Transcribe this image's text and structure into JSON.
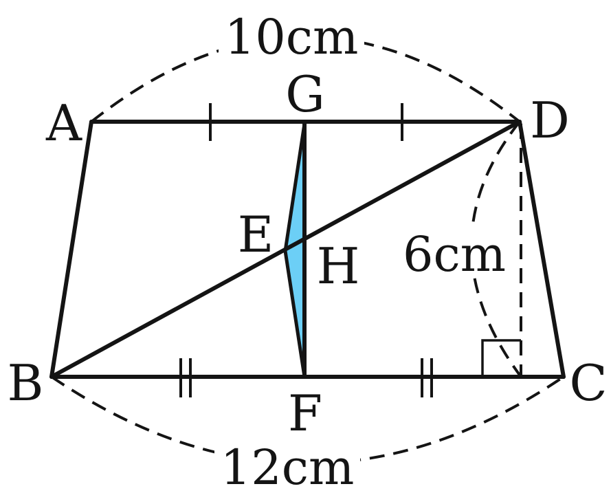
{
  "figure": {
    "points": {
      "A": "A",
      "B": "B",
      "C": "C",
      "D": "D",
      "E": "E",
      "F": "F",
      "G": "G",
      "H": "H"
    },
    "dimensions": {
      "top": "10cm",
      "bottom": "12cm",
      "height": "6cm"
    },
    "colors": {
      "shaded_triangle": "#6ccff6",
      "stroke": "#141414"
    }
  }
}
